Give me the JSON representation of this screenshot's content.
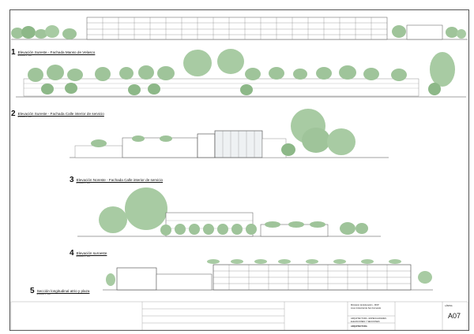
{
  "sections": [
    {
      "number": "1",
      "title": "Elevación Sureste - Fachada Manso de Velasco",
      "scale": "ESCALA 1 : 300"
    },
    {
      "number": "2",
      "title": "Elevación Sureste - Fachada Calle interior de servicio",
      "scale": "ESCALA 1 : 300"
    },
    {
      "number": "3",
      "title": "Elevación Noreste - Fachada Calle interior de servicio",
      "scale": "ESCALA 1 : 300"
    },
    {
      "number": "4",
      "title": "Elevación suroeste",
      "scale": "ESCALA 1 : 300"
    },
    {
      "number": "5",
      "title": "Sección longitudinal atrio y plaza",
      "scale": "ESCALA 1 : 300"
    }
  ],
  "title_block": {
    "client_line1": "Ministerio de Educación - MOP",
    "client_line2": "Liceo Industrial de San Fernando",
    "project_line1": "ARQUITECTURA - ESPECIALIDADES",
    "project_line2": "ELEVACIONES Y SECCIONES",
    "office": "ARQUITECTURA",
    "sheet": "A07",
    "sheet_label": "LÁMINA"
  },
  "colors": {
    "tree": "#93b890",
    "tree_dark": "#6e9a6a",
    "line": "#444444",
    "glass": "#cfd8dd"
  }
}
